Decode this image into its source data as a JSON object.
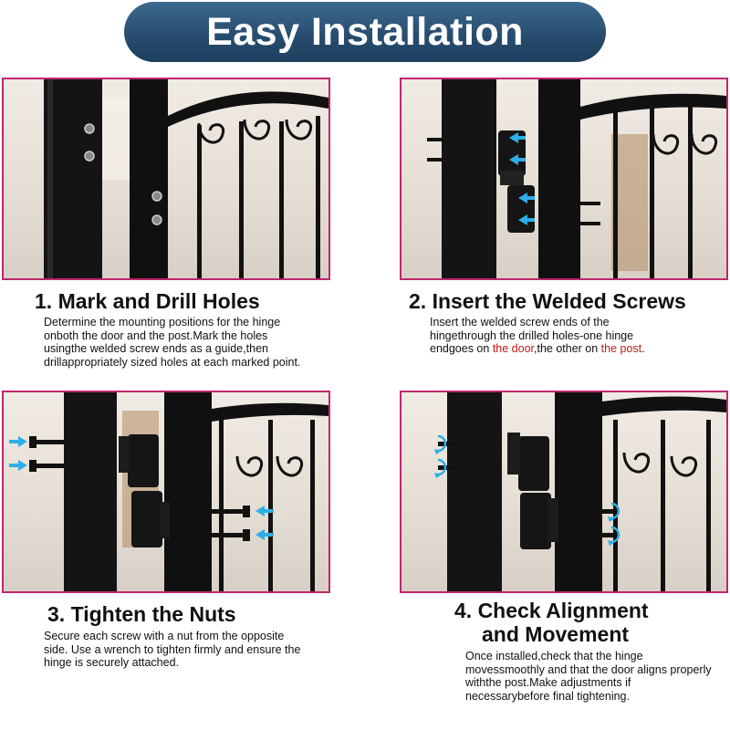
{
  "header": {
    "title": "Easy Installation"
  },
  "colors": {
    "banner": "#284d70",
    "frame": "#c0266b",
    "arrow": "#2eaee8",
    "highlight": "#c41a1a"
  },
  "steps": [
    {
      "title": "1. Mark and Drill Holes",
      "desc": "Determine the mounting positions for the hinge onboth the door and the post.Mark the holes usingthe welded screw ends as a guide,then drillappropriately sized holes at each marked point."
    },
    {
      "title": "2. Insert the Welded Screws",
      "desc_a": "Insert the welded screw ends of the hingethrough the drilled holes-one hinge endgoes on ",
      "desc_hl1": "the door",
      "desc_b": ",the other on ",
      "desc_hl2": "the post",
      "desc_c": "."
    },
    {
      "title": "3. Tighten the Nuts",
      "desc": "Secure each screw with a nut from the opposite side. Use a wrench to tighten firmly and ensure the hinge is securely attached."
    },
    {
      "title_line1": "4. Check Alignment",
      "title_line2": "and Movement",
      "desc": "Once installed,check that the hinge movessmoothly and that the door aligns properly withthe post.Make adjustments if necessarybefore final tightening."
    }
  ],
  "icons": [
    "drill-hole-icon",
    "blue-arrow-icon",
    "rotate-arrow-icon",
    "hinge-icon"
  ]
}
